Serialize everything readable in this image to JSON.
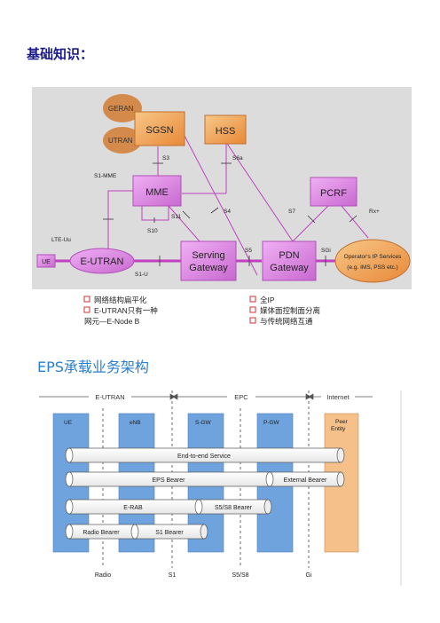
{
  "page": {
    "heading": "基础知识：",
    "heading2": "EPS承载业务架构"
  },
  "arch": {
    "nodes": {
      "geran": "GERAN",
      "utran": "UTRAN",
      "sgsn": "SGSN",
      "hss": "HSS",
      "mme": "MME",
      "pcrf": "PCRF",
      "ue": "UE",
      "eutran": "E-UTRAN",
      "sgw1": "Serving",
      "sgw2": "Gateway",
      "pdn1": "PDN",
      "pdn2": "Gateway",
      "ops1": "Operator's IP Services",
      "ops2": "(e.g. IMS, PSS etc.)"
    },
    "interfaces": {
      "s3": "S3",
      "s6a": "S6a",
      "s1mme": "S1-MME",
      "s11": "S11",
      "s4": "S4",
      "s10": "S10",
      "s7": "S7",
      "rx": "Rx+",
      "lteuu": "LTE-Uu",
      "s1u": "S1-U",
      "s5": "S5",
      "sgi": "SGi"
    },
    "notes_left": [
      "网络结构扁平化",
      "E-UTRAN只有一种",
      "网元—E-Node B"
    ],
    "notes_right": [
      "全IP",
      "媒体面控制面分离",
      "与传统网络互通"
    ]
  },
  "bearer": {
    "domains": {
      "eutran": "E-UTRAN",
      "epc": "EPC",
      "internet": "Internet"
    },
    "columns": {
      "ue": "UE",
      "enb": "eNB",
      "sgw": "S-GW",
      "pgw": "P-GW",
      "peer1": "Peer",
      "peer2": "Entity"
    },
    "bars": {
      "e2e": "End-to-end Service",
      "eps": "EPS Bearer",
      "ext": "External Bearer",
      "erab": "E-RAB",
      "s5s8b": "S5/S8 Bearer",
      "radio": "Radio Bearer",
      "s1b": "S1 Bearer"
    },
    "ref_points": {
      "radio": "Radio",
      "s1": "S1",
      "s5s8": "S5/S8",
      "gi": "Gi"
    }
  },
  "colors": {
    "node_fill": "#e18ce6",
    "node_stroke": "#b050b8",
    "orange": "#f2a65a",
    "link": "#c040c0",
    "col_blue": "#6fa3dd",
    "col_orange": "#f5c08a"
  }
}
